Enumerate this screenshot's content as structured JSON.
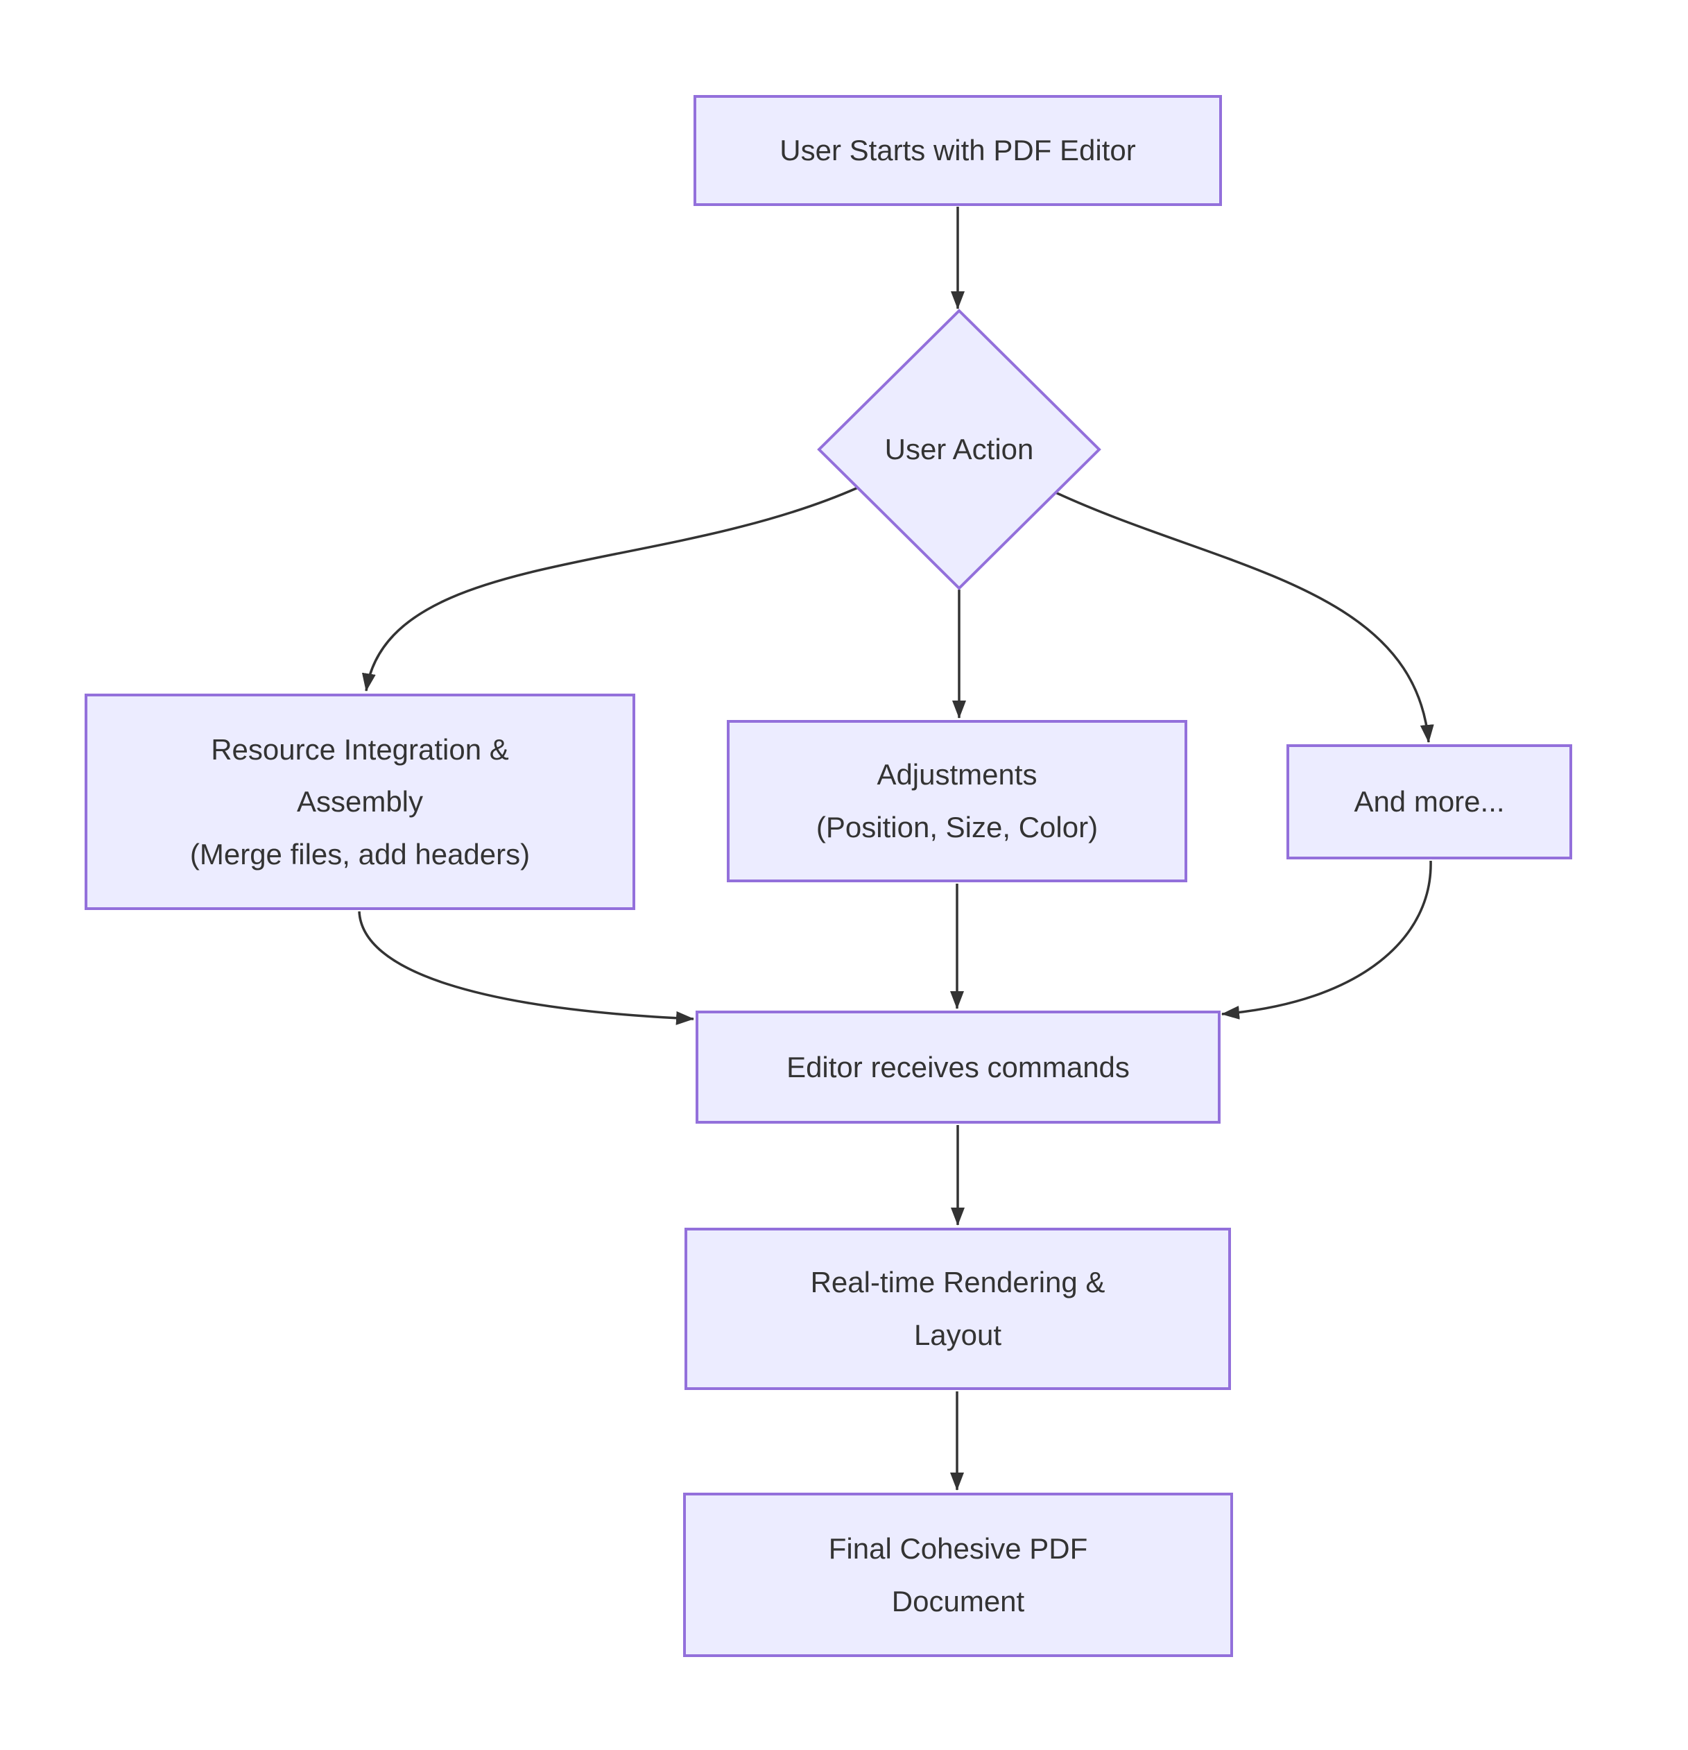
{
  "theme": {
    "page_bg": "#ffffff",
    "node_fill": "#ECECFF",
    "node_border": "#9370DB",
    "edge_color": "#333333",
    "text_color": "#333333"
  },
  "nodes": {
    "start": {
      "label": "User Starts with PDF Editor"
    },
    "user_action": {
      "label": "User Action"
    },
    "resource": {
      "line1": "Resource Integration &",
      "line2": "Assembly",
      "line3": "(Merge files, add headers)"
    },
    "adjustments": {
      "line1": "Adjustments",
      "line2": "(Position, Size, Color)"
    },
    "more": {
      "label": "And more..."
    },
    "editor": {
      "label": "Editor receives commands"
    },
    "render": {
      "line1": "Real-time Rendering &",
      "line2": "Layout"
    },
    "final": {
      "line1": "Final Cohesive PDF",
      "line2": "Document"
    }
  },
  "edges": [
    {
      "from": "start",
      "to": "user_action"
    },
    {
      "from": "user_action",
      "to": "resource"
    },
    {
      "from": "user_action",
      "to": "adjustments"
    },
    {
      "from": "user_action",
      "to": "more"
    },
    {
      "from": "resource",
      "to": "editor"
    },
    {
      "from": "adjustments",
      "to": "editor"
    },
    {
      "from": "more",
      "to": "editor"
    },
    {
      "from": "editor",
      "to": "render"
    },
    {
      "from": "render",
      "to": "final"
    }
  ]
}
